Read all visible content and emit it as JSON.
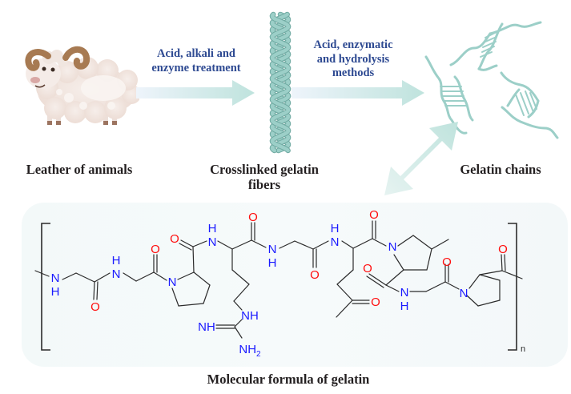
{
  "figure": {
    "stages": [
      {
        "id": "leather",
        "label": "Leather of animals",
        "icon": "sheep-icon"
      },
      {
        "id": "fibers",
        "label_lines": [
          "Crosslinked gelatin",
          "fibers"
        ],
        "icon": "triple-helix-icon"
      },
      {
        "id": "chains",
        "label": "Gelatin chains",
        "icon": "gelatin-chains-icon"
      }
    ],
    "processes": [
      {
        "id": "extraction",
        "label_lines": [
          "Acid, alkali and",
          "enzyme treatment"
        ],
        "arrow": "right-arrow-icon"
      },
      {
        "id": "hydrolysis",
        "label_lines": [
          "Acid, enzymatic",
          "and hydrolysis",
          "methods"
        ],
        "arrow": "right-arrow-icon"
      }
    ],
    "link_arrow": "double-headed-arrow-icon",
    "molecule": {
      "caption": "Molecular formula of gelatin",
      "repeat_subscript": "n",
      "atom_labels": {
        "nh": "NH",
        "h": "H",
        "n": "N",
        "o": "O",
        "imine": "NH",
        "amine": "NH",
        "amine_sub": "2"
      }
    },
    "colors": {
      "process_text": "#2e4a92",
      "label_text": "#231f20",
      "arrow_fill": "#bfe3dd",
      "helix": "#9ccfc8",
      "nitrogen": "#1a1aff",
      "oxygen": "#ff0d0d",
      "bond": "#2b2b2b",
      "panel_bg": "#f4f9f9"
    }
  }
}
